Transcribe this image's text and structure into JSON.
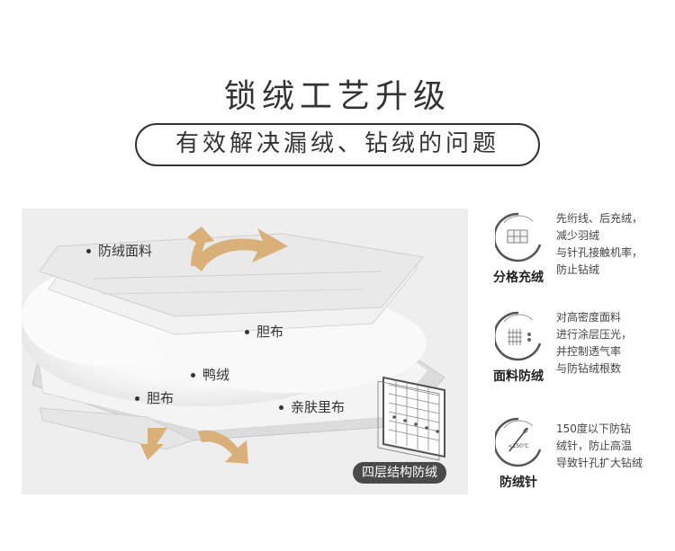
{
  "header": {
    "title": "锁绒工艺升级",
    "subtitle": "有效解决漏绒、钻绒的问题"
  },
  "diagram": {
    "labels": {
      "outer_fabric": "防绒面料",
      "liner_top": "胆布",
      "down": "鸭绒",
      "liner_bottom": "胆布",
      "lining": "亲肤里布"
    },
    "badge": "四层结构防绒",
    "colors": {
      "arrow": "#d9b07a",
      "panel": "#eeeeee",
      "badge": "#4a4a4a"
    }
  },
  "features": [
    {
      "icon": "grid-quilt-icon",
      "title": "分格充绒",
      "lines": [
        "先绗线、后充绒，",
        "减少羽绒",
        "与针孔接触机率，",
        "防止钻绒"
      ]
    },
    {
      "icon": "fabric-press-icon",
      "title": "面料防绒",
      "lines": [
        "对高密度面料",
        "进行涂层压光，",
        "并控制透气率",
        "与防钻绒根数"
      ]
    },
    {
      "icon": "needle-icon",
      "title": "防绒针",
      "icon_text": "<150℃",
      "lines": [
        "150度以下防钻",
        "绒针，防止高温",
        "导致针孔扩大钻绒"
      ]
    }
  ]
}
